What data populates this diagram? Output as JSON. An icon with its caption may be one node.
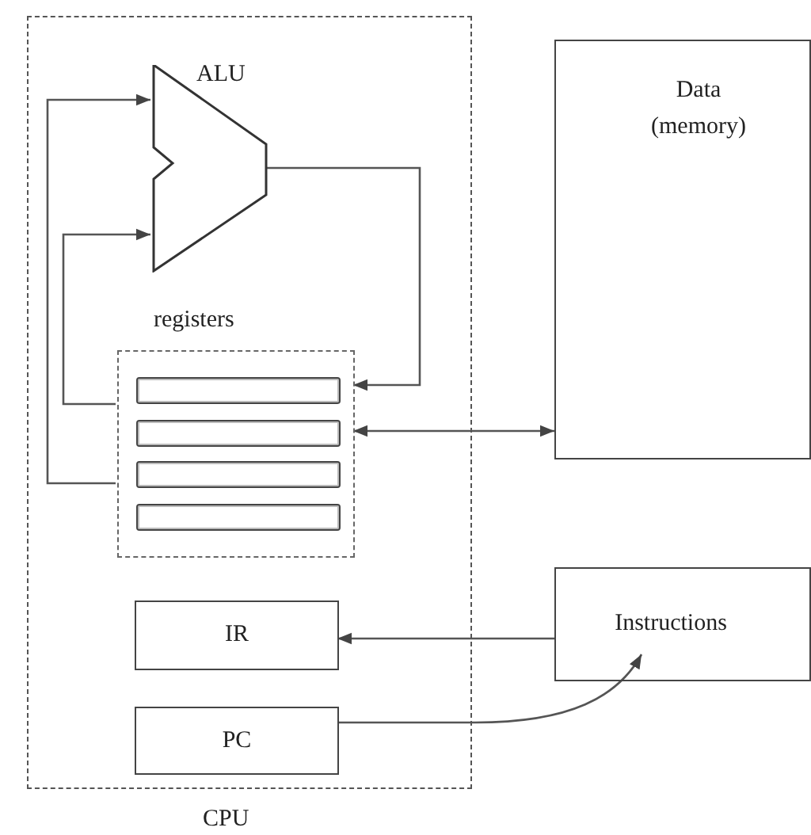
{
  "diagram": {
    "nodes": [
      {
        "text": [
          "CPU"
        ]
      },
      {
        "text": [
          "ALU"
        ],
        "in": 0
      },
      {
        "text": [
          "registers"
        ],
        "in": 0
      },
      {
        "text": [],
        "shape": "bar",
        "in": 2
      },
      {
        "text": [],
        "shape": "bar",
        "in": 2
      },
      {
        "text": [],
        "shape": "bar",
        "in": 2
      },
      {
        "text": [],
        "shape": "bar",
        "in": 2
      },
      {
        "text": [
          "IR"
        ],
        "in": 0
      },
      {
        "text": [
          "PC"
        ],
        "in": 0
      },
      {
        "text": [
          "Data (memory)"
        ]
      },
      {
        "text": [
          "Instructions"
        ]
      }
    ],
    "edges": [
      {
        "from": 1,
        "to": 2,
        "arrow": "to"
      },
      {
        "from": 2,
        "to": 1,
        "arrow": "to"
      },
      {
        "from": 2,
        "to": 1,
        "arrow": "to"
      },
      {
        "from": 2,
        "to": 9,
        "arrow": "both"
      },
      {
        "from": 10,
        "to": 7,
        "arrow": "to"
      },
      {
        "from": 8,
        "to": 10,
        "arrow": "to"
      }
    ]
  }
}
